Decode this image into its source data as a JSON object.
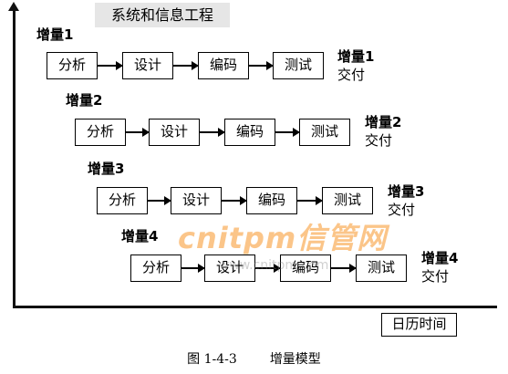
{
  "title": "系统和信息工程",
  "time_axis_label": "日历时间",
  "caption": {
    "number": "图 1-4-3",
    "text": "增量模型"
  },
  "watermark": {
    "brand": "cnitpm信管网",
    "url": "www.cnitpm.com"
  },
  "increments": [
    {
      "label": "增量1",
      "stages": [
        "分析",
        "设计",
        "编码",
        "测试"
      ],
      "deliver": [
        "增量1",
        "交付"
      ]
    },
    {
      "label": "增量2",
      "stages": [
        "分析",
        "设计",
        "编码",
        "测试"
      ],
      "deliver": [
        "增量2",
        "交付"
      ]
    },
    {
      "label": "增量3",
      "stages": [
        "分析",
        "设计",
        "编码",
        "测试"
      ],
      "deliver": [
        "增量3",
        "交付"
      ]
    },
    {
      "label": "增量4",
      "stages": [
        "分析",
        "设计",
        "编码",
        "测试"
      ],
      "deliver": [
        "增量4",
        "交付"
      ]
    }
  ],
  "colors": {
    "line": "#000000",
    "title_bg": "#e6e6e6",
    "watermark": "#f79628"
  }
}
